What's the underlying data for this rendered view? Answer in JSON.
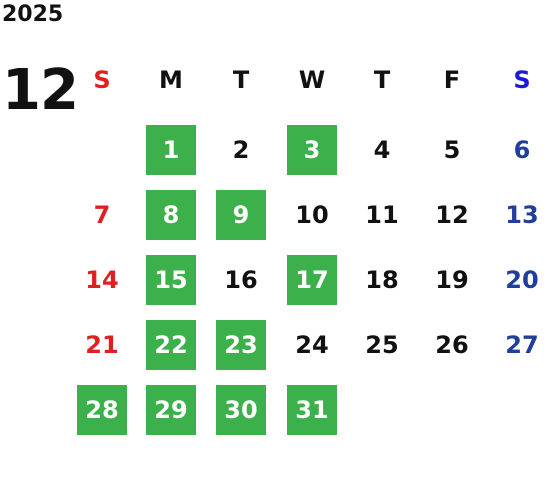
{
  "calendar": {
    "year": "2025",
    "month": "12",
    "weekdays": [
      {
        "label": "S",
        "color": "#e02020"
      },
      {
        "label": "M",
        "color": "#111111"
      },
      {
        "label": "T",
        "color": "#111111"
      },
      {
        "label": "W",
        "color": "#111111"
      },
      {
        "label": "T",
        "color": "#111111"
      },
      {
        "label": "F",
        "color": "#111111"
      },
      {
        "label": "S",
        "color": "#1a1ad6"
      }
    ],
    "first_weekday_index": 1,
    "days_in_month": 31,
    "highlighted_days": [
      1,
      3,
      8,
      9,
      15,
      17,
      22,
      23,
      28,
      29,
      30,
      31
    ],
    "colors": {
      "highlight": "#3cb04b",
      "sunday": "#e02020",
      "saturday_header": "#1a1ad6",
      "saturday": "#1f3f9a",
      "weekday": "#111111"
    }
  }
}
